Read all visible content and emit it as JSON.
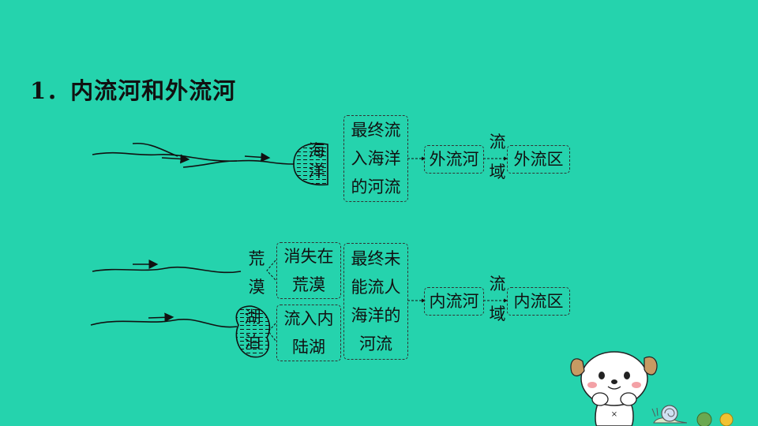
{
  "title": "1．内流河和外流河",
  "outer": {
    "sea_top": "海",
    "sea_bottom": "洋",
    "definition_lines": [
      "最终流",
      "入海洋",
      "的河流"
    ],
    "river_type": "外流河",
    "domain_top": "流",
    "domain_bottom": "域",
    "region": "外流区"
  },
  "inner": {
    "desert_top": "荒",
    "desert_bottom": "漠",
    "desert_desc_lines": [
      "消失在",
      "荒漠"
    ],
    "lake_top": "湖",
    "lake_bottom": "泊",
    "lake_desc_lines": [
      "流入内",
      "陆湖"
    ],
    "definition_lines": [
      "最终未",
      "能流人",
      "海洋的",
      "河流"
    ],
    "river_type": "内流河",
    "domain_top": "流",
    "domain_bottom": "域",
    "region": "内流区"
  },
  "colors": {
    "background": "#25d3ad",
    "line": "#111111",
    "mascot_ear": "#c79a63",
    "mascot_cheek": "#f3a1a6"
  },
  "icons": [
    "arrow-icon",
    "sea-icon",
    "lake-icon",
    "dog-mascot-icon",
    "snail-icon"
  ]
}
